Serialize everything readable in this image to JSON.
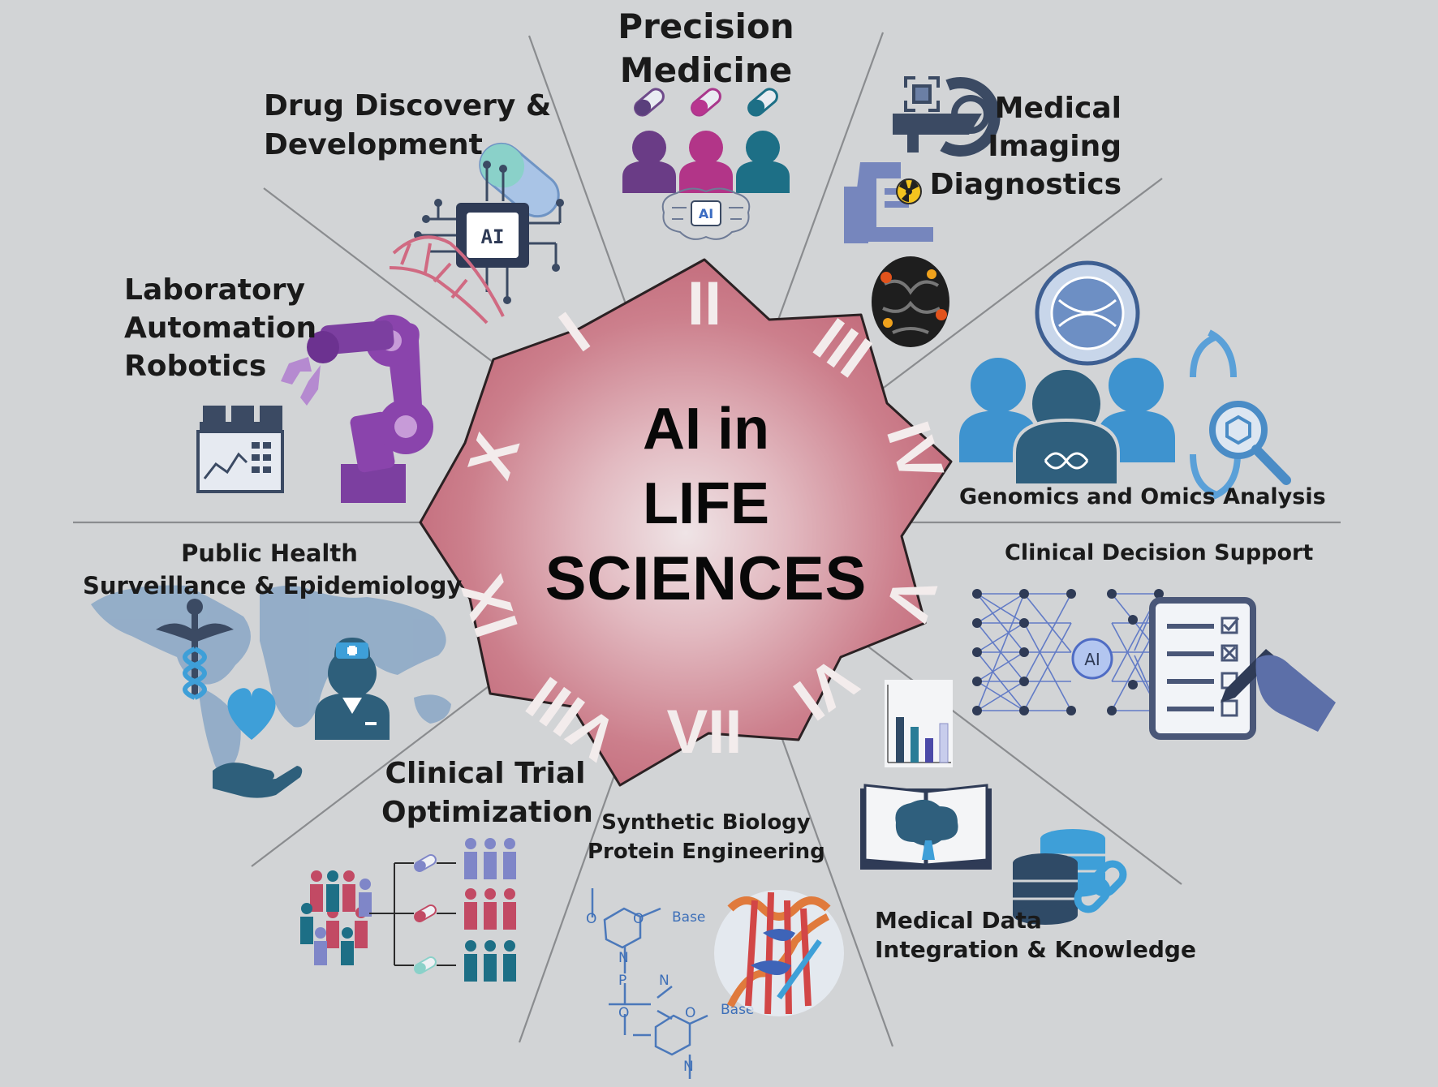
{
  "center": {
    "line1": "AI in",
    "line2": "LIFE",
    "line3": "SCIENCES"
  },
  "numerals": [
    "I",
    "II",
    "III",
    "IV",
    "V",
    "VI",
    "VII",
    "VIII",
    "IX",
    "X"
  ],
  "sections": {
    "precision": [
      "Precision",
      "Medicine"
    ],
    "drug": [
      "Drug  Discovery &",
      "Development"
    ],
    "imaging": [
      "Medical",
      "Imaging",
      "Diagnostics"
    ],
    "lab": [
      "Laboratory",
      "Automation",
      "Robotics"
    ],
    "genomics": "Genomics and Omics Analysis",
    "public": [
      "Public Health",
      "Surveillance & Epidemiology"
    ],
    "cds": "Clinical Decision Support",
    "trial": [
      "Clinical Trial",
      "Optimization"
    ],
    "synbio": [
      "Synthetic Biology",
      "Protein Engineering"
    ],
    "data": [
      "Medical Data",
      "Integration & Knowledge"
    ]
  },
  "icon_labels": {
    "ai": "AI",
    "base": "Base",
    "n": "N",
    "o": "O",
    "p": "P"
  },
  "colors": {
    "background": "#d2d4d6",
    "star": "#c8707f",
    "star_center": "#ecdde0",
    "star_border": "#2b2123",
    "purple": "#7a3a8c",
    "magenta": "#b8358f",
    "teal": "#1d6f86",
    "blue": "#3d8fc4",
    "slate": "#3b4a63",
    "crimson": "#b8435e"
  }
}
